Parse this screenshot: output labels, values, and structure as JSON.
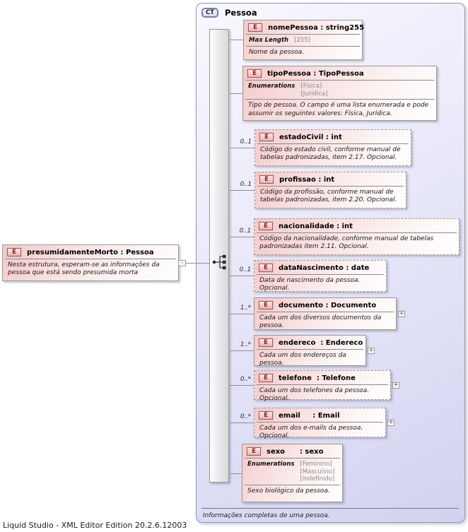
{
  "window": {
    "status_bar": "Liquid Studio - XML Editor Edition 20.2.6.12003"
  },
  "diagram": {
    "complex_type": {
      "badge": "CT",
      "name": "Pessoa",
      "note": "Informações completas de uma pessoa."
    },
    "root_element": {
      "badge": "E",
      "title": "presumidamenteMorto : Pessoa",
      "description": "Nesta estrutura, esperam-se as informações da pessoa que está sendo presumida morta"
    },
    "symbols": {
      "collapse": "-",
      "expand": "+"
    },
    "elements": [
      {
        "badge": "E",
        "title": "nomePessoa : string255",
        "cardinality": "",
        "facets": {
          "label": "Max Length",
          "values": [
            "[255]"
          ]
        },
        "description": "Nome da pessoa."
      },
      {
        "badge": "E",
        "title": "tipoPessoa : TipoPessoa",
        "cardinality": "",
        "facets": {
          "label": "Enumerations",
          "values": [
            "[Fisica]",
            "[Juridica]"
          ]
        },
        "description": "Tipo de pessoa. O campo é uma lista enumerada e pode assumir os seguintes valores: Física, Jurídica."
      },
      {
        "badge": "E",
        "title": "estadoCivil : int",
        "cardinality": "0..1",
        "description": "Código do estado civil, conforme manual de tabelas padronizadas, item 2.17. Opcional."
      },
      {
        "badge": "E",
        "title": "profissao : int",
        "cardinality": "0..1",
        "description": "Código da profissão, conforme manual de tabelas padronizadas, item 2.20. Opcional."
      },
      {
        "badge": "E",
        "title": "nacionalidade : int",
        "cardinality": "0..1",
        "description": "Código da nacionalidade, conforme manual de tabelas padronizadas item 2.11. Opcional."
      },
      {
        "badge": "E",
        "title": "dataNascimento : date",
        "cardinality": "0..1",
        "description": "Data de nascimento da pessoa. Opcional."
      },
      {
        "badge": "E",
        "title": "documento : Documento",
        "cardinality": "1..*",
        "description": "Cada um dos diversos documentos da pessoa."
      },
      {
        "badge": "E",
        "title": "endereco  : Endereco",
        "cardinality": "1..*",
        "description": "Cada um dos endereços da pessoa."
      },
      {
        "badge": "E",
        "title": "telefone  : Telefone",
        "cardinality": "0..*",
        "description": "Cada um dos telefones da pessoa. Opcional."
      },
      {
        "badge": "E",
        "title": "email     : Email",
        "cardinality": "0..*",
        "description": "Cada um dos e-mails da pessoa. Opcional."
      },
      {
        "badge": "E",
        "title": "sexo      : sexo",
        "cardinality": "",
        "facets": {
          "label": "Enumerations",
          "values": [
            "[Feminino]",
            "[Masculino]",
            "[Indefinido]"
          ]
        },
        "description": "Sexo biológico da pessoa."
      }
    ]
  }
}
